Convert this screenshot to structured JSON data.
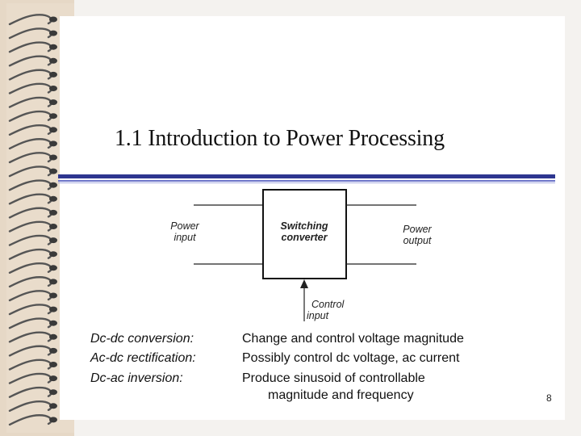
{
  "slide": {
    "title": "1.1  Introduction to Power Processing",
    "page_number": "8"
  },
  "diagram": {
    "power_input": [
      "Power",
      "input"
    ],
    "converter": [
      "Switching",
      "converter"
    ],
    "power_output": [
      "Power",
      "output"
    ],
    "control_input": [
      "Control",
      "input"
    ]
  },
  "conversions": [
    {
      "label": "Dc-dc conversion:",
      "description": "Change and control voltage magnitude"
    },
    {
      "label": "Ac-dc rectification:",
      "description": "Possibly control dc voltage, ac current"
    },
    {
      "label": "Dc-ac inversion:",
      "description": "Produce sinusoid of controllable"
    }
  ],
  "conversion_continuation": "magnitude and frequency",
  "colors": {
    "title_rule": "#2e3690",
    "spiral_wire": "#555555",
    "strip": "#e6d8c6"
  }
}
